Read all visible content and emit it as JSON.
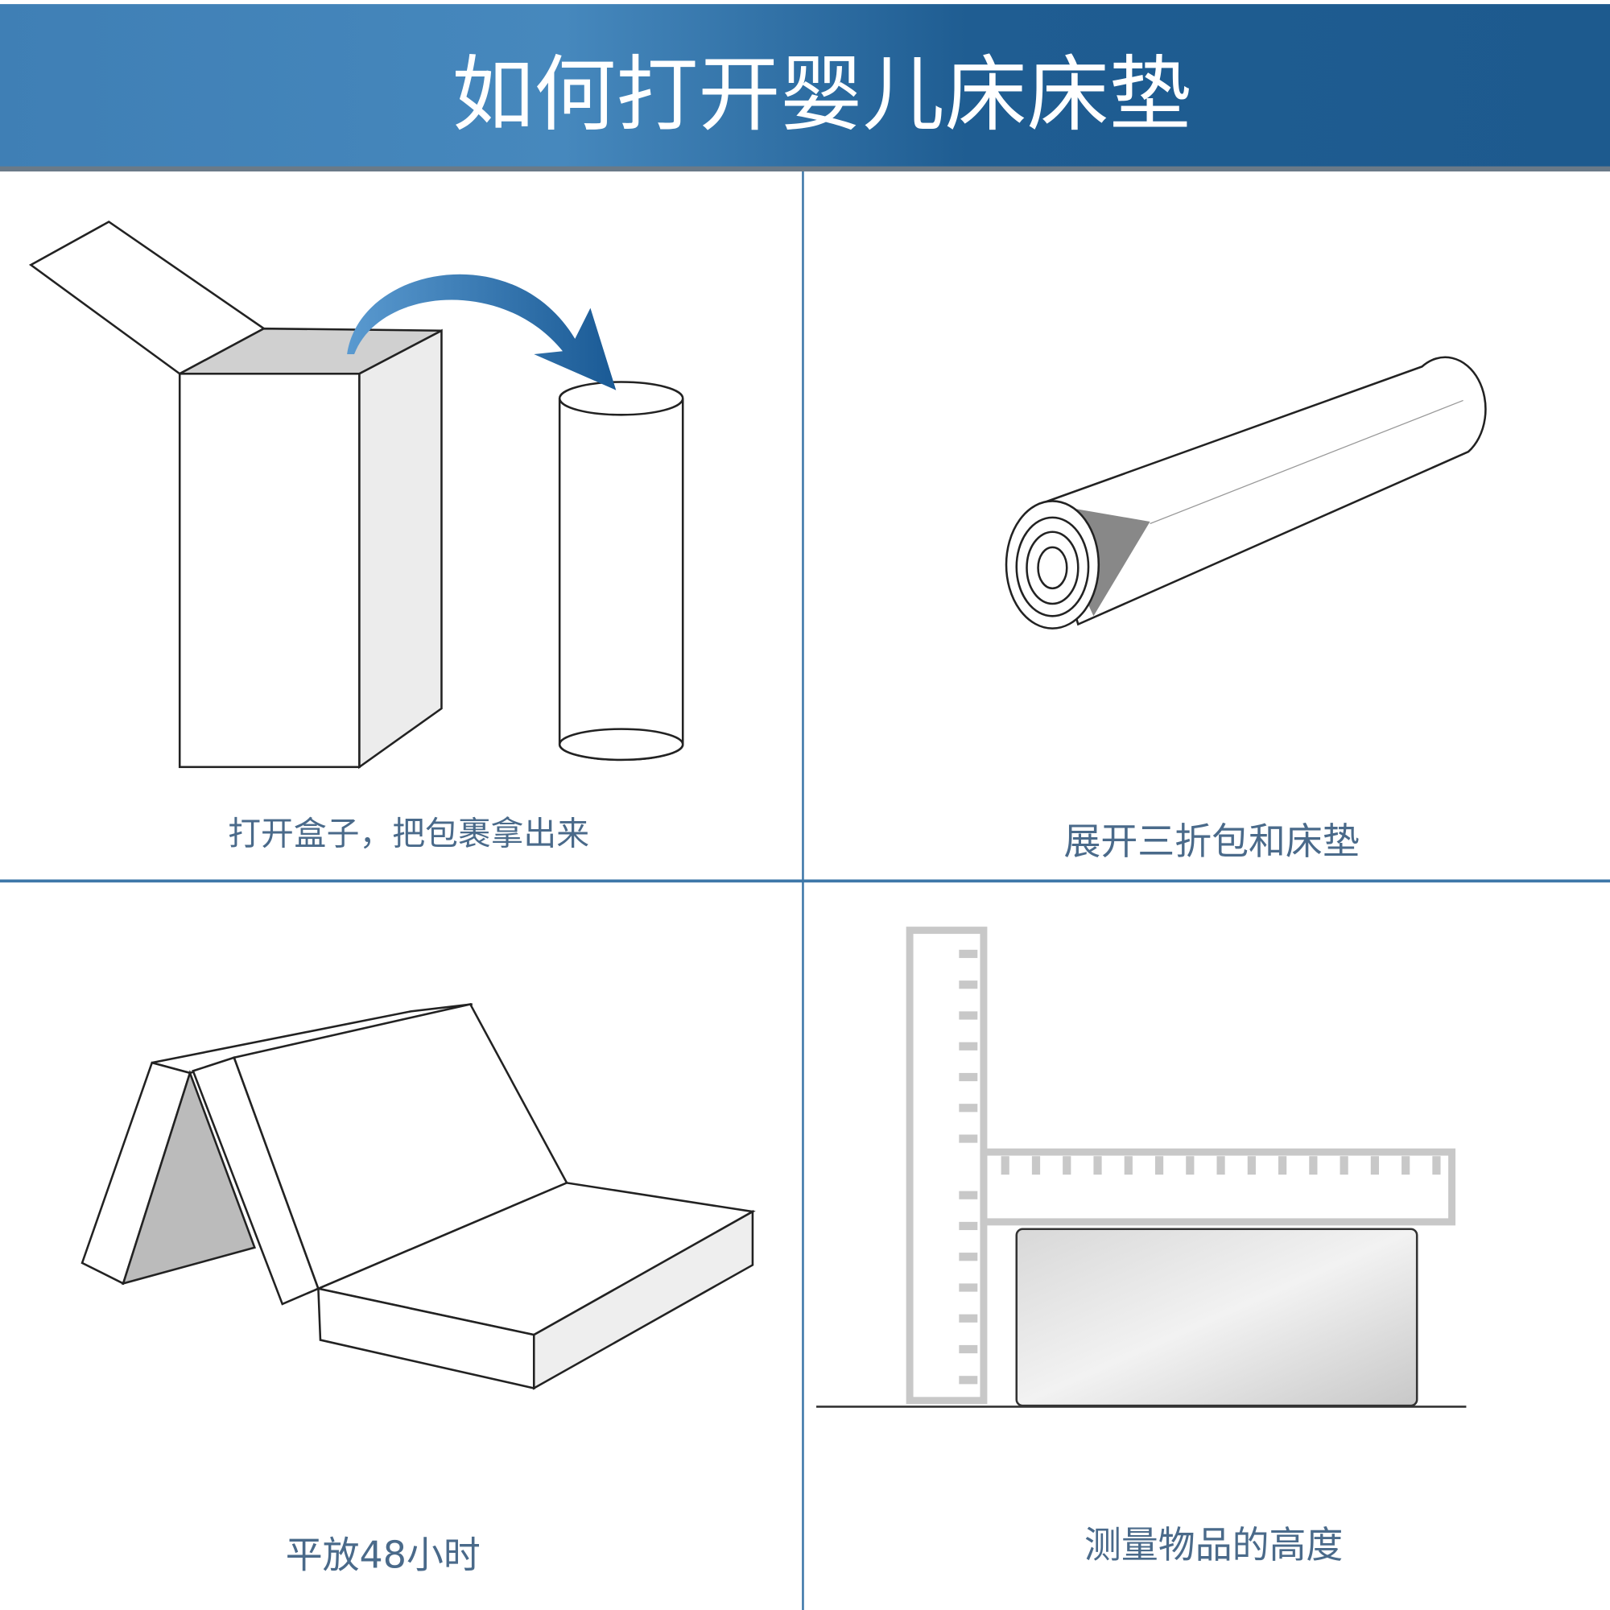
{
  "header": {
    "title": "如何打开婴儿床床垫"
  },
  "steps": [
    {
      "caption": "打开盒子，把包裹拿出来",
      "icon": "box-to-roll-icon"
    },
    {
      "caption": "展开三折包和床垫",
      "icon": "rolled-mattress-icon"
    },
    {
      "caption": "平放48小时",
      "icon": "folded-mattress-icon"
    },
    {
      "caption": "测量物品的高度",
      "icon": "ruler-measure-icon"
    }
  ],
  "colors": {
    "header_start": "#4a8abf",
    "header_end": "#1d5a8e",
    "divider": "#3d77a8",
    "caption": "#4a6a8a"
  }
}
